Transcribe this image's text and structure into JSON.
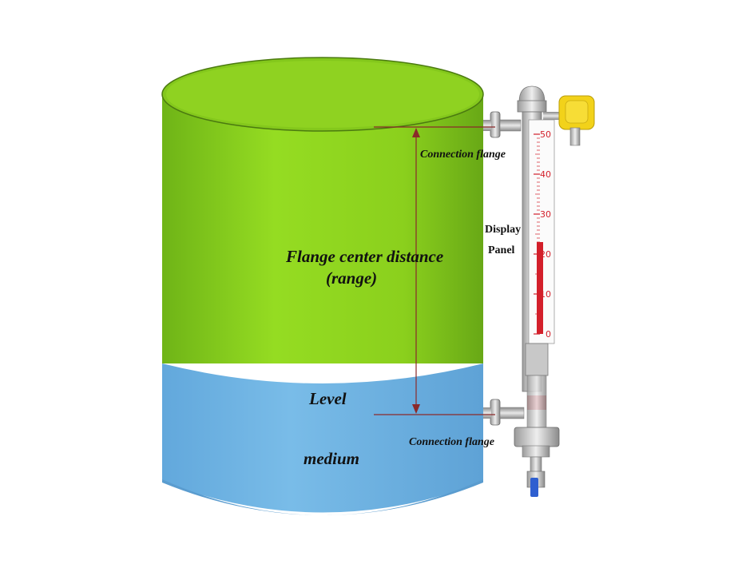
{
  "labels": {
    "range_line1": "Flange center distance",
    "range_line2": "(range)",
    "level": "Level",
    "medium": "medium",
    "flange_top": "Connection flange",
    "flange_bottom": "Connection flange",
    "display_line1": "Display",
    "display_line2": "Panel"
  },
  "scale": {
    "ticks": [
      "50",
      "40",
      "30",
      "20",
      "10",
      "0"
    ],
    "indicated_value": 23
  },
  "colors": {
    "tank_top": "#7ec41a",
    "tank_fill": "#8dd61e",
    "medium": "#6fb3e3",
    "dimension_line": "#8b2a2a",
    "indicator_red": "#d31f2a",
    "sensor_yellow": "#f2d21a"
  },
  "icons": {
    "tank": "tank-icon",
    "gauge": "magnetic-level-gauge-icon",
    "transmitter": "level-transmitter-icon",
    "valve": "drain-valve-icon"
  }
}
